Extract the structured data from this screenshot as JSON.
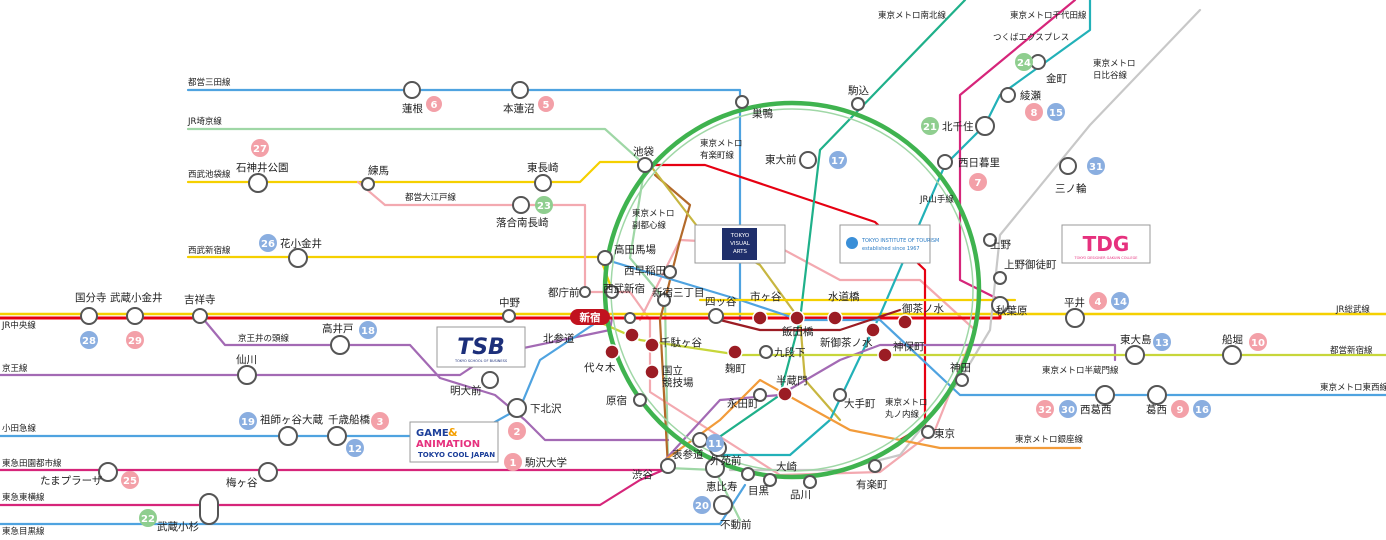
{
  "colors": {
    "yamanote": "#3fb34f",
    "chuo": "#e60012",
    "sobu": "#f5d000",
    "pink": "#f3a9b0",
    "purple": "#a36ab4",
    "blue": "#4fa3e0",
    "green": "#1fb08a",
    "orange": "#f29b3a",
    "gray": "#c8c8c8",
    "darkred": "#9b1c24",
    "lightgreen": "#9fd7a6",
    "magenta": "#d6257a",
    "teal": "#22b1b8",
    "lime": "#c7d63a",
    "badge_pink": "#f3a0a8",
    "badge_blue": "#8aaee0",
    "badge_green": "#8fce8f"
  },
  "lines": {
    "toei_mita": "都営三田線",
    "jr_saikyo": "JR埼京線",
    "seibu_ikebukuro": "西武池袋線",
    "seibu_shinjuku": "西武新宿線",
    "jr_chuo": "JR中央線",
    "keio": "京王線",
    "odakyu": "小田急線",
    "tokyu_denentoshi": "東急田園都市線",
    "tokyu_toyoko": "東急東横線",
    "tokyu_meguro": "東急目黒線",
    "toei_oedo": "都営大江戸線",
    "keio_inokashira": "京王井の頭線",
    "metro_namboku": "東京メトロ南北線",
    "metro_chiyoda": "東京メトロ千代田線",
    "tsukuba": "つくばエクスプレス",
    "metro_hibiya_1": "東京メトロ",
    "metro_hibiya_2": "日比谷線",
    "metro_yurakucho_1": "東京メトロ",
    "metro_yurakucho_2": "有楽町線",
    "metro_fukutoshin_1": "東京メトロ",
    "metro_fukutoshin_2": "副都心線",
    "jr_yamanote": "JR山手線",
    "jr_sobu": "JR総武線",
    "toei_shinjuku": "都営新宿線",
    "metro_hanzomon": "東京メトロ半蔵門線",
    "metro_tozai": "東京メトロ東西線",
    "metro_ginza": "東京メトロ銀座線",
    "metro_marunouchi_1": "東京メトロ",
    "metro_marunouchi_2": "丸ノ内線"
  },
  "stations": {
    "hasune": "蓮根",
    "motohasunuma": "本蓮沼",
    "sugamo": "巣鴨",
    "komagome": "駒込",
    "ikebukuro": "池袋",
    "todaimae": "東大前",
    "nishinippori": "西日暮里",
    "kitasenju": "北千住",
    "ayase": "綾瀬",
    "kanamachi": "金町",
    "minowa": "三ノ輪",
    "shakujii": "石神井公園",
    "nerima": "練馬",
    "higashinagasaki": "東長崎",
    "ochiai": "落合南長崎",
    "hanakoganei": "花小金井",
    "takadanobaba": "高田馬場",
    "nishiwaseda": "西早稲田",
    "ueno": "上野",
    "uenookachimachi": "上野御徒町",
    "kokubunji": "国分寺",
    "musashikoganei": "武蔵小金井",
    "kichijoji": "吉祥寺",
    "nakano": "中野",
    "tochomae": "都庁前",
    "seibushinjuku": "西武新宿",
    "shinjuku": "新宿",
    "shinjukusanchome": "新宿三丁目",
    "yotsuya": "四ッ谷",
    "ichigaya": "市ヶ谷",
    "suidobashi": "水道橋",
    "ochanomizu": "御茶ノ水",
    "akihabara": "秋葉原",
    "hirai": "平井",
    "iidabashi": "飯田橋",
    "takaido": "高井戸",
    "kitasando": "北参道",
    "sendagaya": "千駄ヶ谷",
    "kudanshita": "九段下",
    "shinochanomizu": "新御茶ノ水",
    "jimbocho": "神保町",
    "higashiojima": "東大島",
    "funabori": "船堀",
    "sengawa": "仙川",
    "yoyogi": "代々木",
    "kokuritsu_1": "国立",
    "kokuritsu_2": "競技場",
    "kojimachi": "麹町",
    "hanzomon": "半蔵門",
    "kanda": "神田",
    "meidaimae": "明大前",
    "harajuku": "原宿",
    "nagatacho": "永田町",
    "otemachi": "大手町",
    "nishikasai": "西葛西",
    "kasai": "葛西",
    "shimokitazawa": "下北沢",
    "soshigaya": "祖師ヶ谷大蔵",
    "chitosefunabashi": "千歳船橋",
    "omotesando": "表参道",
    "gaienmae": "外苑前",
    "tokyo": "東京",
    "shibuya": "渋谷",
    "komazawa": "駒沢大学",
    "tamaplaza": "たまプラーザ",
    "umegaoka": "梅ヶ谷",
    "osaki": "大崎",
    "ebisu": "恵比寿",
    "meguro": "目黒",
    "shinagawa": "品川",
    "yurakucho": "有楽町",
    "musashikosugi": "武蔵小杉",
    "fudomae": "不動前"
  },
  "badges": {
    "b6": "6",
    "b5": "5",
    "b27": "27",
    "b23": "23",
    "b26": "26",
    "b28": "28",
    "b29": "29",
    "b18": "18",
    "b17": "17",
    "b7": "7",
    "b21": "21",
    "b24": "24",
    "b8": "8",
    "b15": "15",
    "b31": "31",
    "b4": "4",
    "b14": "14",
    "b13": "13",
    "b10": "10",
    "b32": "32",
    "b30": "30",
    "b9": "9",
    "b16": "16",
    "b19": "19",
    "b3": "3",
    "b12": "12",
    "b2": "2",
    "b11": "11",
    "b1": "1",
    "b25": "25",
    "b22": "22",
    "b20": "20"
  },
  "schools": {
    "tva_1": "TOKYO",
    "tva_2": "VISUAL",
    "tva_3": "ARTS",
    "tit_1": "TOKYO INSTITUTE OF TOURISM",
    "tit_2": "established since 1967",
    "tdg_main": "TDG",
    "tdg_sub": "TOKYO DESIGNER GAKUIN COLLEGE",
    "tsb_main": "TSB",
    "tsb_sub": "TOKYO SCHOOL OF BUSINESS",
    "gca_1": "GAME",
    "gca_amp": "&",
    "gca_2": "ANIMATION",
    "gca_3": "TOKYO COOL JAPAN"
  }
}
